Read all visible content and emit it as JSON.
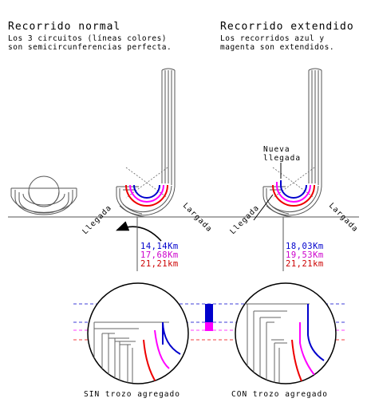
{
  "left_panel": {
    "title": "Recorrido normal",
    "desc_line1": "Los 3 circuitos (líneas colores)",
    "desc_line2": "son semicircunferencias perfecta.",
    "label_arrival": "Llegada",
    "label_departure": "Largada",
    "distances": [
      {
        "text": "14,14Km",
        "color": "#0000cc"
      },
      {
        "text": "17,68Km",
        "color": "#cc00cc"
      },
      {
        "text": "21,21km",
        "color": "#cc0000"
      }
    ],
    "zoom_caption": "SIN trozo agregado"
  },
  "right_panel": {
    "title": "Recorrido extendido",
    "desc_line1": "Los recorridos azul y",
    "desc_line2": "magenta son extendidos.",
    "new_arrival_line1": "Nueva",
    "new_arrival_line2": "llegada",
    "label_arrival": "Llegada",
    "label_departure": "Largada",
    "distances": [
      {
        "text": "18,03Km",
        "color": "#0000cc"
      },
      {
        "text": "19,53Km",
        "color": "#cc00cc"
      },
      {
        "text": "21,21km",
        "color": "#cc0000"
      }
    ],
    "zoom_caption": "CON trozo agregado"
  },
  "colors": {
    "blue": "#0000cc",
    "magenta": "#ff00ff",
    "red": "#ee0000",
    "ground": "#555555"
  }
}
